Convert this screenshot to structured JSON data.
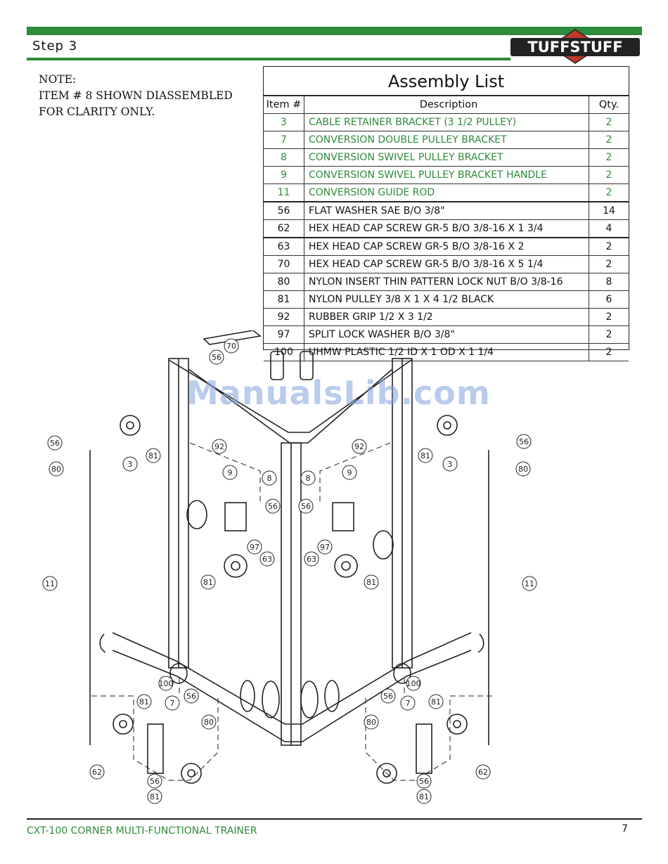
{
  "header": {
    "step_label": "Step  3",
    "brand_logo_text": "TUFFSTUFF",
    "accent_green": "#2e8b3a"
  },
  "note": {
    "text": "NOTE:\nITEM # 8 SHOWN DIASSEMBLED\nFOR CLARITY ONLY."
  },
  "assembly_list": {
    "title": "Assembly List",
    "columns": [
      "Item #",
      "Description",
      "Qty."
    ],
    "rows": [
      {
        "item": "3",
        "description": "CABLE RETAINER BRACKET (3 1/2 PULLEY)",
        "qty": "2"
      },
      {
        "item": "7",
        "description": "CONVERSION DOUBLE PULLEY BRACKET",
        "qty": "2"
      },
      {
        "item": "8",
        "description": "CONVERSION SWIVEL PULLEY BRACKET",
        "qty": "2"
      },
      {
        "item": "9",
        "description": "CONVERSION SWIVEL PULLEY BRACKET HANDLE",
        "qty": "2"
      },
      {
        "item": "11",
        "description": "CONVERSION GUIDE ROD",
        "qty": "2"
      },
      {
        "item": "56",
        "description": "FLAT WASHER SAE B/O 3/8\"",
        "qty": "14"
      },
      {
        "item": "62",
        "description": "HEX HEAD CAP SCREW GR-5 B/O 3/8-16 X 1 3/4",
        "qty": "4"
      },
      {
        "item": "63",
        "description": "HEX HEAD CAP SCREW GR-5 B/O 3/8-16 X 2",
        "qty": "2"
      },
      {
        "item": "70",
        "description": "HEX HEAD CAP SCREW GR-5 B/O 3/8-16 X 5 1/4",
        "qty": "2"
      },
      {
        "item": "80",
        "description": "NYLON INSERT THIN PATTERN LOCK NUT B/O 3/8-16",
        "qty": "8"
      },
      {
        "item": "81",
        "description": "NYLON PULLEY 3/8 X 1 X 4 1/2 BLACK",
        "qty": "6"
      },
      {
        "item": "92",
        "description": "RUBBER GRIP 1/2 X 3 1/2",
        "qty": "2"
      },
      {
        "item": "97",
        "description": "SPLIT LOCK WASHER B/O 3/8\"",
        "qty": "2"
      },
      {
        "item": "100",
        "description": "UHMW PLASTIC 1/2 ID X 1 OD X 1 1/4",
        "qty": "2"
      }
    ]
  },
  "diagram": {
    "callouts": {
      "c70": "70",
      "c56a": "56",
      "c56l": "56",
      "c80l": "80",
      "c3l": "3",
      "c81l": "81",
      "c92l": "92",
      "c9l": "9",
      "c8l": "8",
      "c56m1": "56",
      "c97l": "97",
      "c63l": "63",
      "c81ml": "81",
      "c11l": "11",
      "c56r": "56",
      "c80r": "80",
      "c3r": "3",
      "c81r": "81",
      "c92r": "92",
      "c9r": "9",
      "c8r": "8",
      "c56m2": "56",
      "c97r": "97",
      "c63r": "63",
      "c81mr": "81",
      "c11r": "11",
      "c100l": "100",
      "c7l": "7",
      "c81bl": "81",
      "c56bl": "56",
      "c80bl": "80",
      "c62l": "62",
      "c56bl2": "56",
      "c81bl2": "81",
      "c100r": "100",
      "c7r": "7",
      "c81br": "81",
      "c56br": "56",
      "c80br": "80",
      "c62r": "62",
      "c56br2": "56",
      "c81br2": "81"
    }
  },
  "watermark": "ManualsLib.com",
  "footer": {
    "title": "CXT-100 CORNER MULTI-FUNCTIONAL TRAINER",
    "page_number": "7"
  }
}
